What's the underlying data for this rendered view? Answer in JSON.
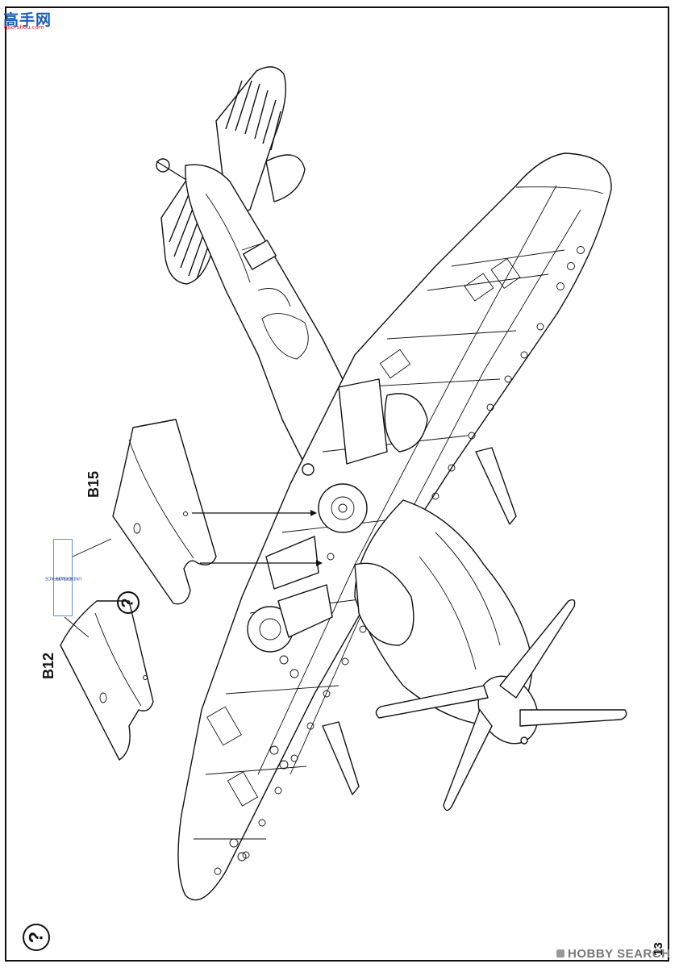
{
  "watermark": {
    "site_name": "高手网",
    "site_url": "gao-shou.com"
  },
  "parts": {
    "b15_label": "B15",
    "b12_label": "B12"
  },
  "color_note": {
    "line1": "UNDERSURFACE",
    "line2": "COLOR"
  },
  "symbols": {
    "optional_small": "?",
    "optional_large": "?"
  },
  "footer": {
    "brand": "HOBBY SEARCH",
    "page_number": "13"
  }
}
